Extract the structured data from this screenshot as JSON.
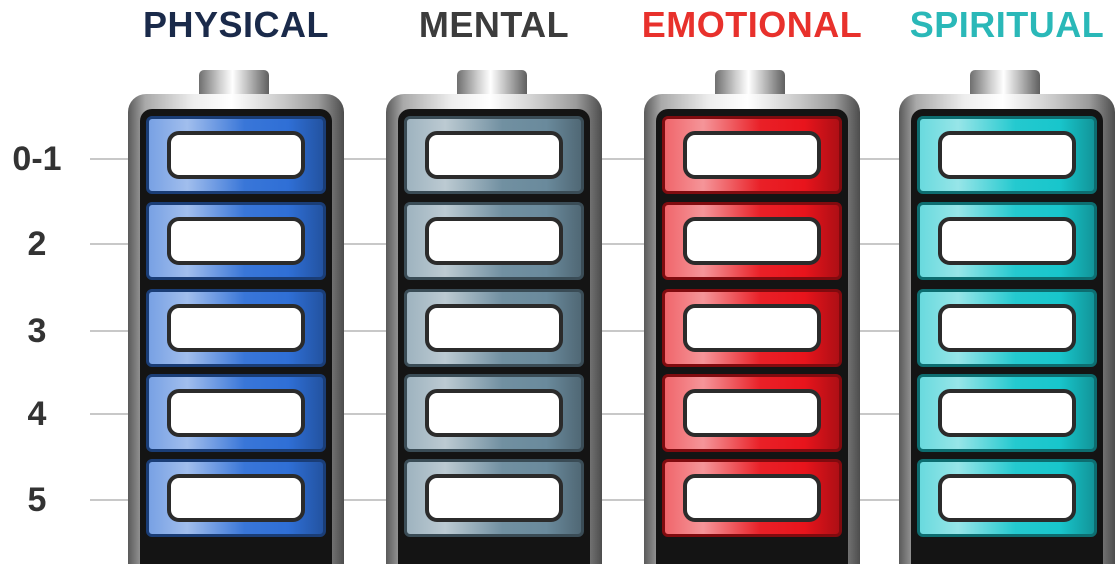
{
  "categories": [
    {
      "label": "PHYSICAL",
      "color": "#1a2a4a",
      "accent": "#2f6fd6"
    },
    {
      "label": "MENTAL",
      "color": "#3c3c3c",
      "accent": "#6a8a9c"
    },
    {
      "label": "EMOTIONAL",
      "color": "#e8312c",
      "accent": "#e8141c"
    },
    {
      "label": "SPIRITUAL",
      "color": "#2ab8b8",
      "accent": "#18c6cc"
    }
  ],
  "levels": [
    "0-1",
    "2",
    "3",
    "4",
    "5"
  ]
}
